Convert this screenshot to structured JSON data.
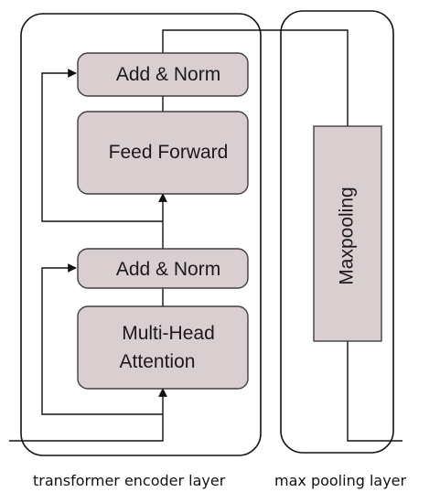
{
  "colors": {
    "block_fill": "#d9cfd0",
    "block_stroke": "#3f3f3f",
    "line": "#111111"
  },
  "encoder": {
    "add_norm_top": "Add & Norm",
    "feed_forward": "Feed Forward",
    "add_norm_bottom": "Add & Norm",
    "attention_line1": "Multi-Head",
    "attention_line2": "Attention"
  },
  "pooling": {
    "label": "Maxpooling"
  },
  "captions": {
    "encoder": "transformer encoder layer",
    "pooling": "max pooling layer"
  }
}
